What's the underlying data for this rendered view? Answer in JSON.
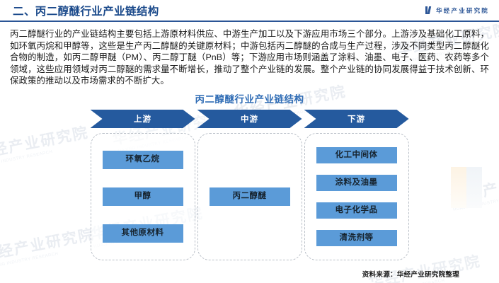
{
  "header": {
    "title": "二、丙二醇醚行业产业链结构",
    "brand": "华经产业研究院",
    "accent_color": "#2b5596"
  },
  "paragraph": "丙二醇醚行业的产业链结构主要包括上游原材料供应、中游生产加工以及下游应用市场三个部分。上游涉及基础化工原料，如环氧丙烷和甲醇等，这些是生产丙二醇醚的关键原材料；中游包括丙二醇醚的合成与生产过程，涉及不同类型丙二醇醚化合物的制造，如丙二醇甲醚（PM）、丙二醇丁醚（PnB）等；下游应用市场则涵盖了涂料、油墨、电子、医药、农药等多个领域，这些应用领域对丙二醇醚的需求量不断增长，推动了整个产业链的发展。整个产业链的协同发展得益于技术创新、环保政策的推动以及市场需求的不断扩大。",
  "figure": {
    "title": "丙二醇醚行业产业链结构",
    "chevron_color": "#255a9e",
    "node_color": "#5b9bd8",
    "stages": [
      {
        "label": "上游",
        "nodes": [
          "环氧乙烷",
          "甲醇",
          "其他原材料"
        ]
      },
      {
        "label": "中游",
        "nodes": [
          "丙二醇醚"
        ]
      },
      {
        "label": "下游",
        "nodes": [
          "化工中间体",
          "涂料及油墨",
          "电子化学品",
          "清洗剂等"
        ]
      }
    ]
  },
  "footer": {
    "source": "资料来源：华经产业研究院整理"
  },
  "watermark": {
    "text": "华经产业研究院",
    "sub": "HUAJING INDUSTRY RESEARCH"
  }
}
